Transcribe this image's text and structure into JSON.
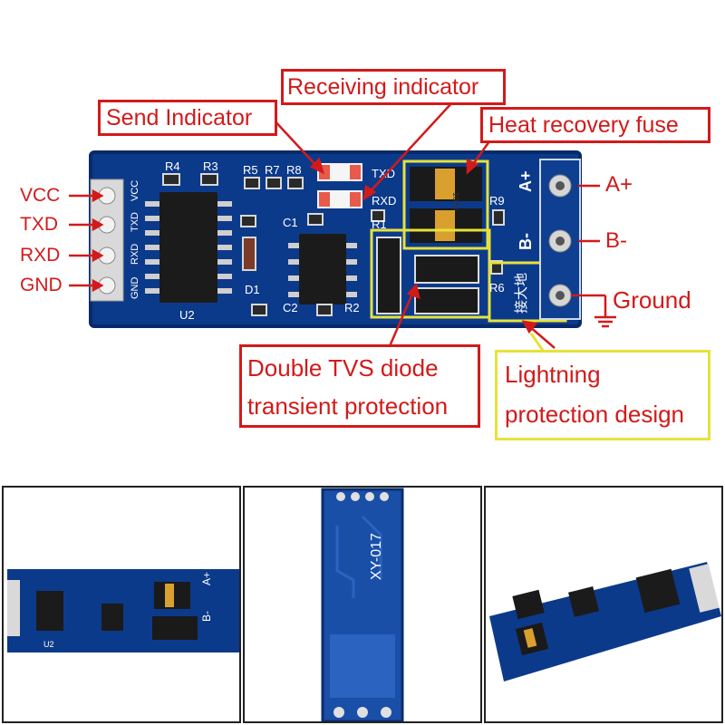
{
  "callouts": {
    "send_indicator": "Send Indicator",
    "receiving_indicator": "Receiving indicator",
    "heat_recovery_fuse": "Heat recovery fuse",
    "tvs_line1": "Double TVS diode",
    "tvs_line2": "transient protection",
    "lightning_line1": "Lightning",
    "lightning_line2": "protection design"
  },
  "left_pins": [
    "VCC",
    "TXD",
    "RXD",
    "GND"
  ],
  "right_terminals": [
    "A+",
    "B-",
    "Ground"
  ],
  "silkscreen": {
    "u2": "U2",
    "r4": "R4",
    "r3": "R3",
    "r5": "R5",
    "r7": "R7",
    "r8": "R8",
    "r1": "R1",
    "r2": "R2",
    "r6": "R6",
    "r9": "R9",
    "c1": "C1",
    "c2": "C2",
    "d1": "D1",
    "led_txd": "TXD",
    "led_rxd": "RXD",
    "header_vcc": "VCC",
    "header_txd": "TXD",
    "header_rxd": "RXD",
    "header_gnd": "GND",
    "term_a": "A+",
    "term_b": "B-",
    "ground_cn": "接大地",
    "fuse_code": "1040"
  },
  "back_model": "XY-017",
  "colors": {
    "pcb": "#0c3a8a",
    "pcb_dark": "#082a6a",
    "callout_red": "#d21a1a",
    "highlight_yellow": "#e6e23a"
  }
}
